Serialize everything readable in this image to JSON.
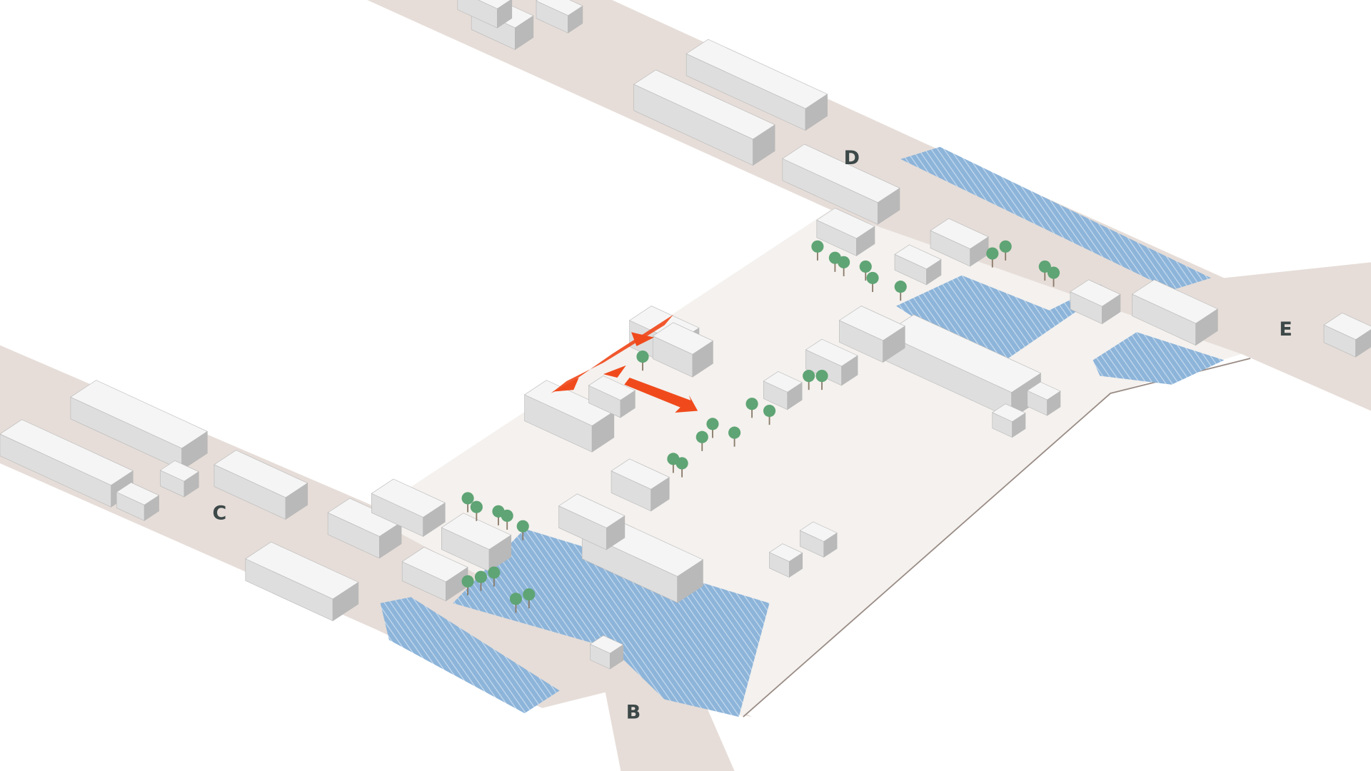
{
  "map": {
    "zone_labels": {
      "b": "B",
      "c": "C",
      "d": "D",
      "e": "E"
    },
    "colors": {
      "road": "#e6ddd8",
      "plaza": "#f4f1ee",
      "highlight_zone": "#8db4d9",
      "route_arrow": "#f04a1c",
      "tree": "#5fa474",
      "label": "#3d4848"
    },
    "legend_icons": [
      "building-block",
      "tree",
      "escalator",
      "route-arrow",
      "highlighted-zone"
    ]
  }
}
